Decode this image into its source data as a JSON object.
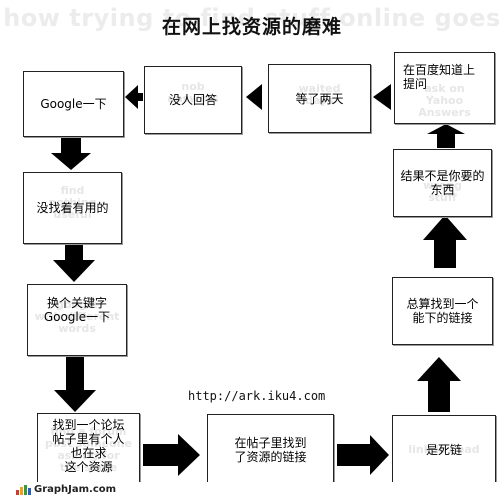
{
  "header": {
    "watermark_title": "how trying to find stuff online goes",
    "title": "在网上找资源的磨难"
  },
  "boxes": {
    "google": {
      "text": "Google一下",
      "watermark": ""
    },
    "nobody": {
      "text": "没人回答",
      "watermark": "nob\nanswers"
    },
    "waited": {
      "text": "等了两天",
      "watermark": "waited\ndays"
    },
    "ask": {
      "text": "在百度知道上\n提问",
      "watermark": "ask on\nYahoo\nAnswers"
    },
    "nothing": {
      "text": "没找着有用的",
      "watermark": "find\nnothing\nuseful"
    },
    "wrong": {
      "text": "结果不是你要的\n东西",
      "watermark": "wrong\nstuff"
    },
    "keywords": {
      "text": "换个关键字\nGoogle一下",
      "watermark": "google\nwith different\nwords"
    },
    "finally": {
      "text": "总算找到一个\n能下的链接",
      "watermark": ""
    },
    "forum": {
      "text": "找到一个论坛\n帖子里有个人\n也在求\n这个资源",
      "watermark": "find a forum\npost someone\nasking for\nthe same"
    },
    "link": {
      "text": "在帖子里找到\n了资源的链接",
      "watermark": ""
    },
    "dead": {
      "text": "是死链",
      "watermark": "link is dead"
    }
  },
  "url_text": "http://ark.iku4.com",
  "footer": {
    "logo_text": "GraphJam.com"
  },
  "colors": {
    "arrow": "#000000",
    "box_border": "#222222",
    "bar1": "#d23a2a",
    "bar2": "#f0a11a",
    "bar3": "#3a9a3a",
    "bar4": "#2a5fc2"
  }
}
